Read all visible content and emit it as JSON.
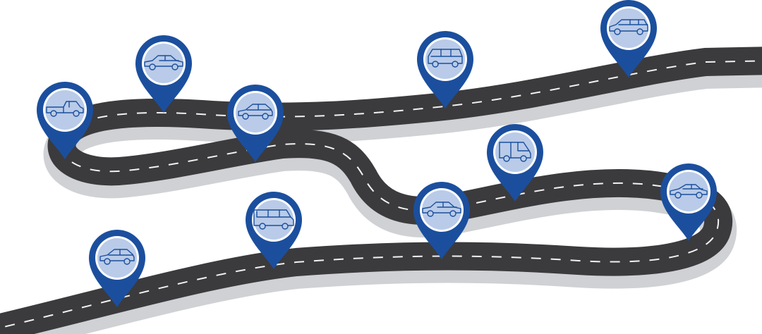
{
  "title": "",
  "colors": {
    "background": "#ffffff",
    "road_asphalt": "#3b3b3d",
    "road_edge": "#cfd1d4",
    "lane_marking": "#f2f2f2",
    "pin_blue": "#1b4f9e",
    "pin_face": "#b9cbe8"
  },
  "pins": [
    {
      "id": "pin-1",
      "icon": "pickup-truck-icon"
    },
    {
      "id": "pin-2",
      "icon": "sedan-car-icon"
    },
    {
      "id": "pin-3",
      "icon": "hatchback-car-icon"
    },
    {
      "id": "pin-4",
      "icon": "suv-car-icon"
    },
    {
      "id": "pin-5",
      "icon": "station-wagon-icon"
    },
    {
      "id": "pin-6",
      "icon": "cargo-van-icon"
    },
    {
      "id": "pin-7",
      "icon": "sedan-car-icon"
    },
    {
      "id": "pin-8",
      "icon": "coupe-car-icon"
    },
    {
      "id": "pin-9",
      "icon": "minivan-icon"
    },
    {
      "id": "pin-10",
      "icon": "hatchback-car-icon"
    }
  ]
}
